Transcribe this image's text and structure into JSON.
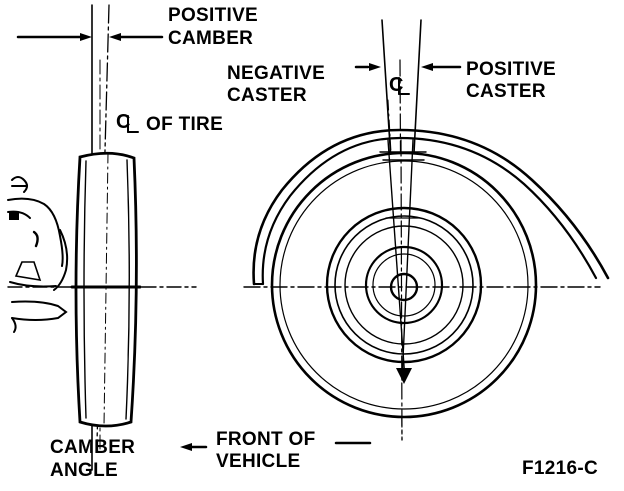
{
  "labels": {
    "positive_camber_line1": "POSITIVE",
    "positive_camber_line2": "CAMBER",
    "negative_caster_line1": "NEGATIVE",
    "negative_caster_line2": "CASTER",
    "positive_caster_line1": "POSITIVE",
    "positive_caster_line2": "CASTER",
    "centerline_of_tire": "OF TIRE",
    "centerline_symbol_top": "C",
    "centerline_symbol_right": "C",
    "camber_angle_line1": "CAMBER",
    "camber_angle_line2": "ANGLE",
    "front_of_vehicle_line1": "FRONT OF",
    "front_of_vehicle_line2": "VEHICLE",
    "figure_id": "F1216-C"
  },
  "colors": {
    "ink": "#000000",
    "paper": "#ffffff"
  }
}
